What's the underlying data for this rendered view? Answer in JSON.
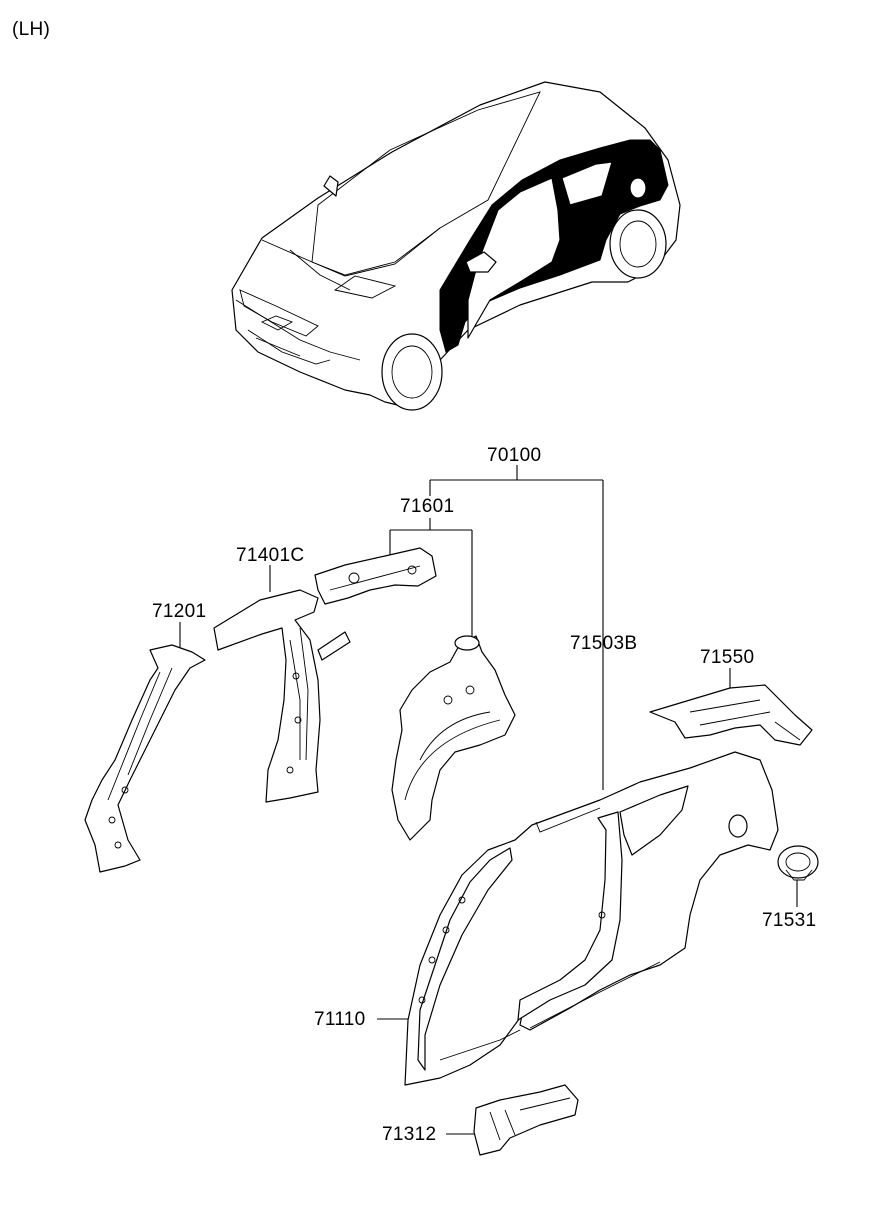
{
  "side": "(LH)",
  "labels": {
    "p70100": "70100",
    "p71601": "71601",
    "p71401c": "71401C",
    "p71201": "71201",
    "p71503b": "71503B",
    "p71550": "71550",
    "p71531": "71531",
    "p71110": "71110",
    "p71312": "71312"
  }
}
